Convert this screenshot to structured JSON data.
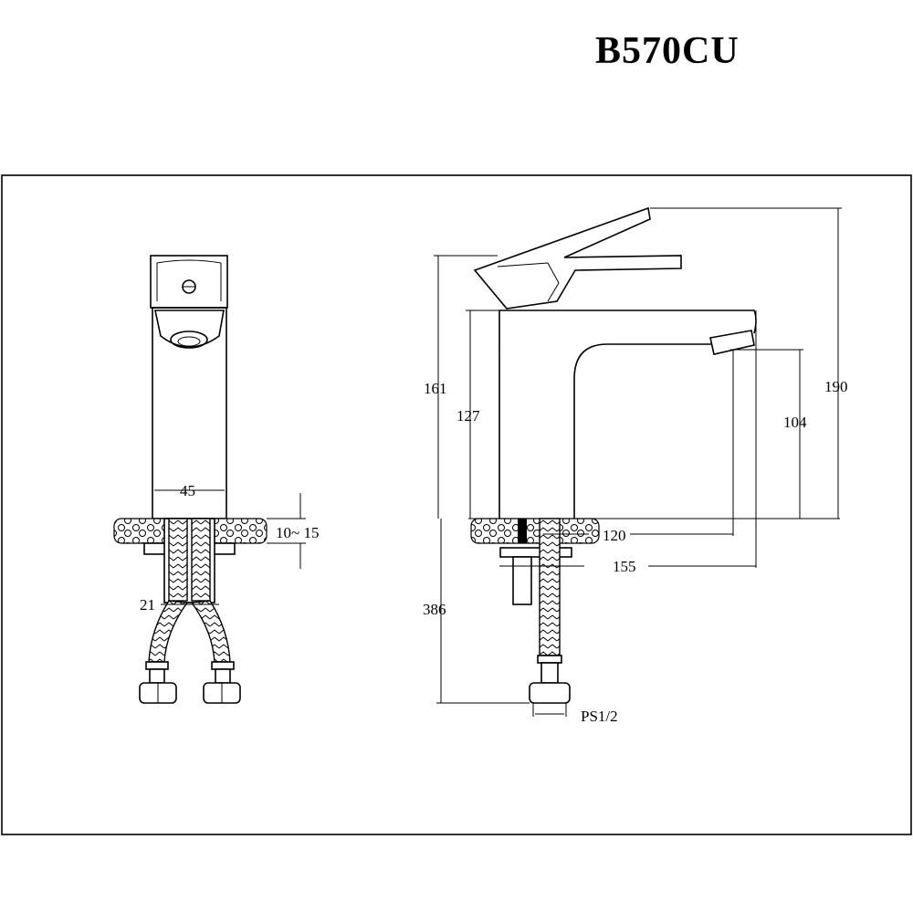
{
  "title": "B570CU",
  "front_view": {
    "dims": {
      "width": "45",
      "deck_thickness": "10~ 15",
      "hose_spacing": "21"
    }
  },
  "side_view": {
    "dims": {
      "height_body_lever": "161",
      "body_height": "127",
      "spout_height": "104",
      "total_height": "190",
      "hose_length": "386",
      "spout_reach": "120",
      "total_depth": "155",
      "connection": "PS1/2"
    }
  }
}
